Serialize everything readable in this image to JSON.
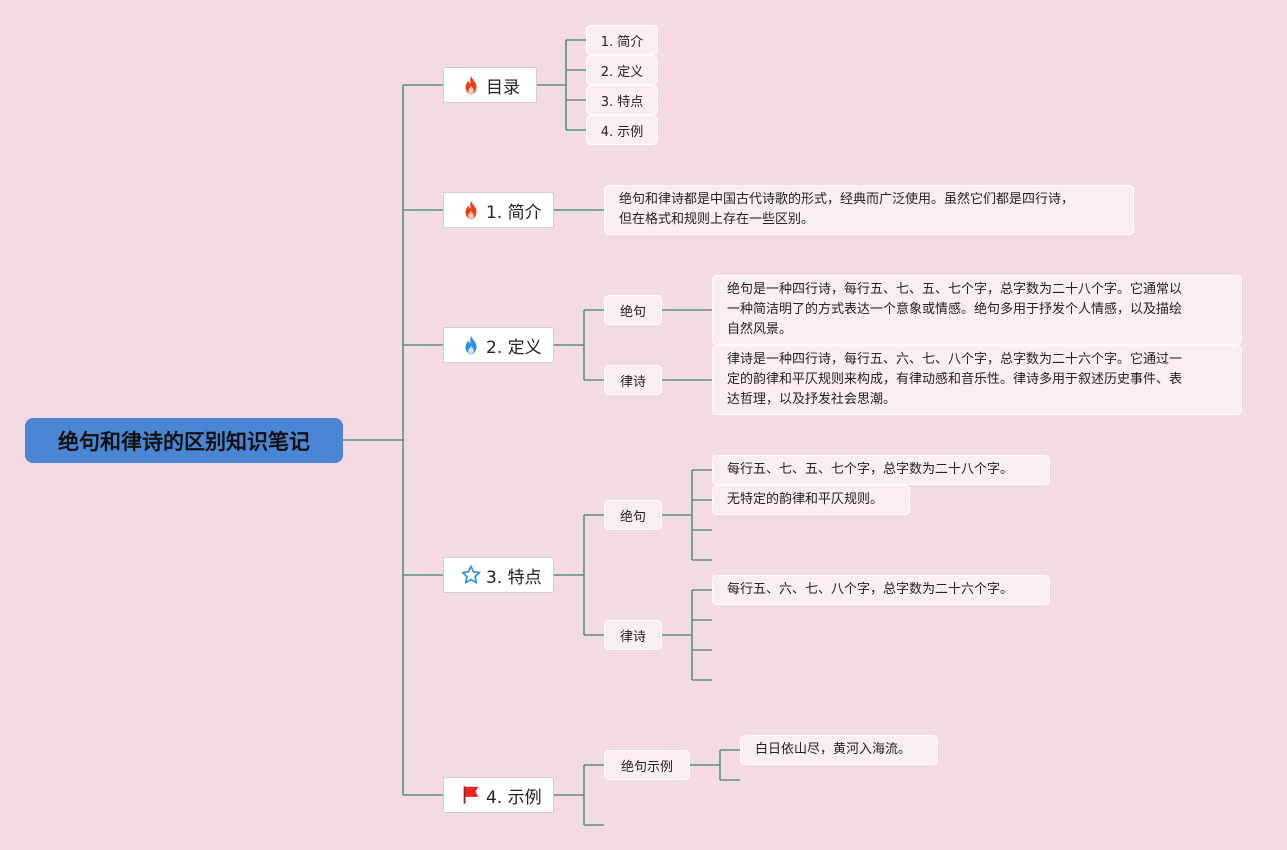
{
  "root": {
    "label": "绝句和律诗的区别知识笔记"
  },
  "branches": {
    "toc": {
      "label": "目录",
      "icon": "fire-icon",
      "items": [
        "1. 简介",
        "2. 定义",
        "3. 特点",
        "4. 示例"
      ]
    },
    "intro": {
      "label": "1. 简介",
      "icon": "fire-icon",
      "text_line1": "绝句和律诗都是中国古代诗歌的形式，经典而广泛使用。虽然它们都是四行诗，",
      "text_line2": "但在格式和规则上存在一些区别。"
    },
    "definition": {
      "label": "2. 定义",
      "icon": "blue-fire-icon",
      "jueju": {
        "label": "绝句",
        "text_line1": "绝句是一种四行诗，每行五、七、五、七个字，总字数为二十八个字。它通常以",
        "text_line2": "一种简洁明了的方式表达一个意象或情感。绝句多用于抒发个人情感，以及描绘",
        "text_line3": "自然风景。"
      },
      "lushi": {
        "label": "律诗",
        "text_line1": "律诗是一种四行诗，每行五、六、七、八个字，总字数为二十六个字。它通过一",
        "text_line2": "定的韵律和平仄规则来构成，有律动感和音乐性。律诗多用于叙述历史事件、表",
        "text_line3": "达哲理，以及抒发社会思潮。"
      }
    },
    "features": {
      "label": "3. 特点",
      "icon": "star-icon",
      "jueju": {
        "label": "绝句",
        "point1": "每行五、七、五、七个字，总字数为二十八个字。",
        "point2": "无特定的韵律和平仄规则。"
      },
      "lushi": {
        "label": "律诗",
        "point1": "每行五、六、七、八个字，总字数为二十六个字。"
      }
    },
    "examples": {
      "label": "4. 示例",
      "icon": "red-flag-icon",
      "jueju": {
        "label": "绝句示例",
        "line1": "白日依山尽，黄河入海流。"
      }
    }
  },
  "colors": {
    "background": "#f4dae2",
    "connector": "#5a8f7e",
    "root_fill": "#4a86d4",
    "fire": "#e8401c",
    "blue_fire": "#2e8ee0",
    "star": "#2e8ee0",
    "flag": "#e8261c"
  }
}
